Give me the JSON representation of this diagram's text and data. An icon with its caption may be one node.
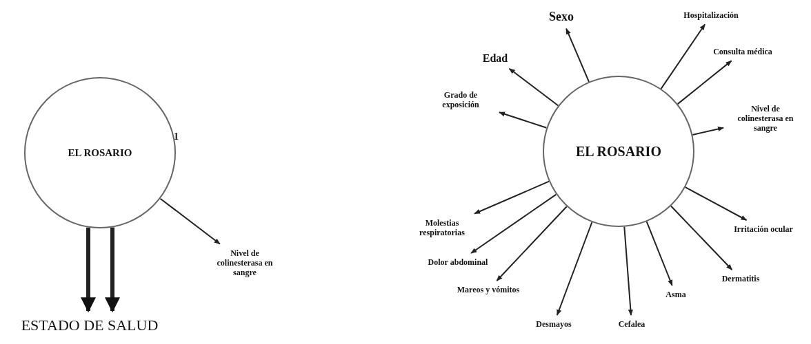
{
  "diagram": {
    "nodes": [
      {
        "text": [
          "EL ROSARIO"
        ]
      },
      {
        "text": [
          "Nivel de colinesterasa en sangre"
        ]
      },
      {
        "text": [
          "ESTADO DE SALUD"
        ]
      },
      {
        "text": [
          "EL ROSARIO"
        ]
      },
      {
        "text": [
          "Sexo"
        ]
      },
      {
        "text": [
          "Edad"
        ]
      },
      {
        "text": [
          "Hospitalización"
        ]
      },
      {
        "text": [
          "Consulta médica"
        ]
      },
      {
        "text": [
          "Grado de exposición"
        ]
      },
      {
        "text": [
          "Nivel de colinesterasa en sangre"
        ]
      },
      {
        "text": [
          "Molestias respiratorias"
        ]
      },
      {
        "text": [
          "Irritación ocular"
        ]
      },
      {
        "text": [
          "Dolor abdominal"
        ]
      },
      {
        "text": [
          "Mareos y vómitos"
        ]
      },
      {
        "text": [
          "Desmayos"
        ]
      },
      {
        "text": [
          "Cefalea"
        ]
      },
      {
        "text": [
          "Asma"
        ]
      },
      {
        "text": [
          "Dermatitis"
        ]
      }
    ],
    "edges": [
      {
        "from": 0,
        "to": 1,
        "arrow": "to"
      },
      {
        "from": 0,
        "to": 2,
        "arrow": "to",
        "style": "thick"
      },
      {
        "from": 0,
        "to": 2,
        "arrow": "to",
        "style": "thick"
      },
      {
        "from": 3,
        "to": 4,
        "arrow": "to"
      },
      {
        "from": 3,
        "to": 5,
        "arrow": "to"
      },
      {
        "from": 3,
        "to": 6,
        "arrow": "to"
      },
      {
        "from": 3,
        "to": 7,
        "arrow": "to"
      },
      {
        "from": 3,
        "to": 8,
        "arrow": "to"
      },
      {
        "from": 3,
        "to": 9,
        "arrow": "to"
      },
      {
        "from": 3,
        "to": 10,
        "arrow": "to"
      },
      {
        "from": 3,
        "to": 11,
        "arrow": "to"
      },
      {
        "from": 3,
        "to": 12,
        "arrow": "to"
      },
      {
        "from": 3,
        "to": 13,
        "arrow": "to"
      },
      {
        "from": 3,
        "to": 14,
        "arrow": "to"
      },
      {
        "from": 3,
        "to": 15,
        "arrow": "to"
      },
      {
        "from": 3,
        "to": 16,
        "arrow": "to"
      },
      {
        "from": 3,
        "to": 17,
        "arrow": "to"
      }
    ],
    "labels": [
      "1"
    ]
  }
}
